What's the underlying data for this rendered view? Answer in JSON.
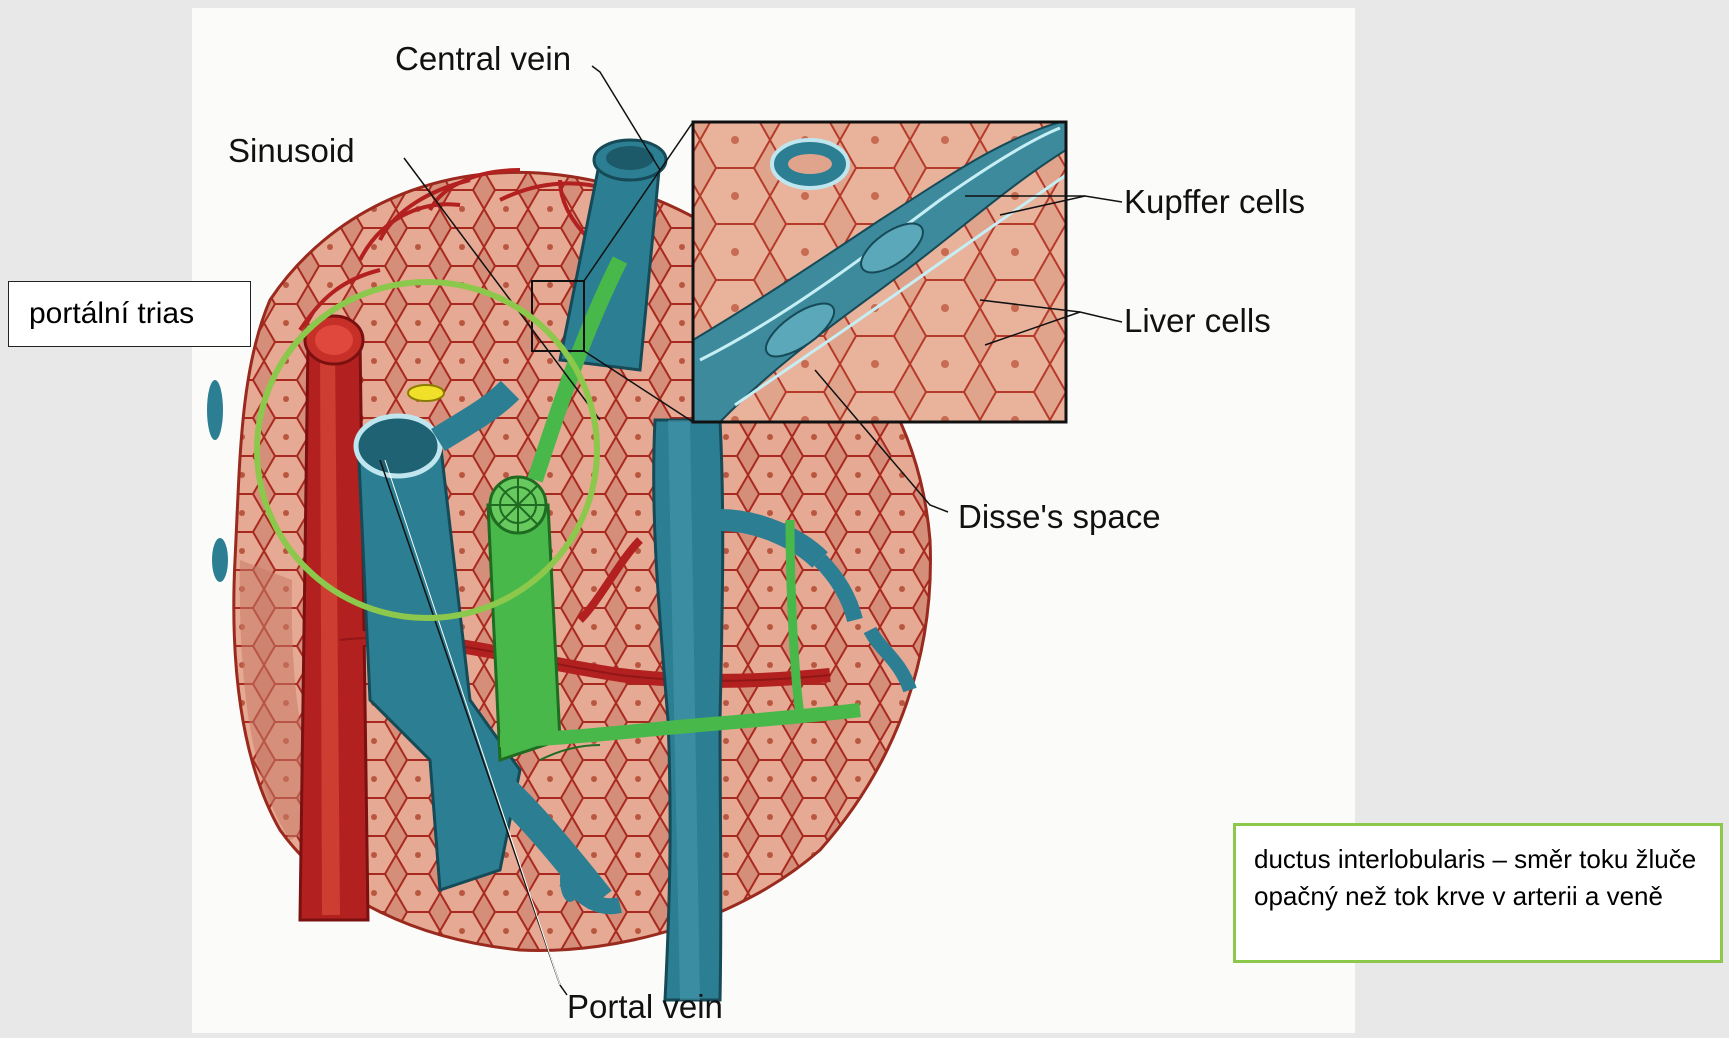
{
  "diagram": {
    "labels": {
      "central_vein": "Central vein",
      "sinusoid": "Sinusoid",
      "kupffer_cells": "Kupffer cells",
      "liver_cells": "Liver cells",
      "disses_space": "Disse's space",
      "portal_vein": "Portal vein"
    }
  },
  "annotations": {
    "portal_trias": "portální trias",
    "ductus_note": "ductus interlobularis – směr toku žluče opačný než tok krve v arterii a veně"
  },
  "colors": {
    "background": "#e8e8e8",
    "illustration_bg": "#fbfbfa",
    "tissue": "#d08c78",
    "vessel_red": "#b32020",
    "vein_blue": "#2c7e92",
    "bile_green": "#49b84a",
    "highlight_green": "#8cc84b"
  }
}
